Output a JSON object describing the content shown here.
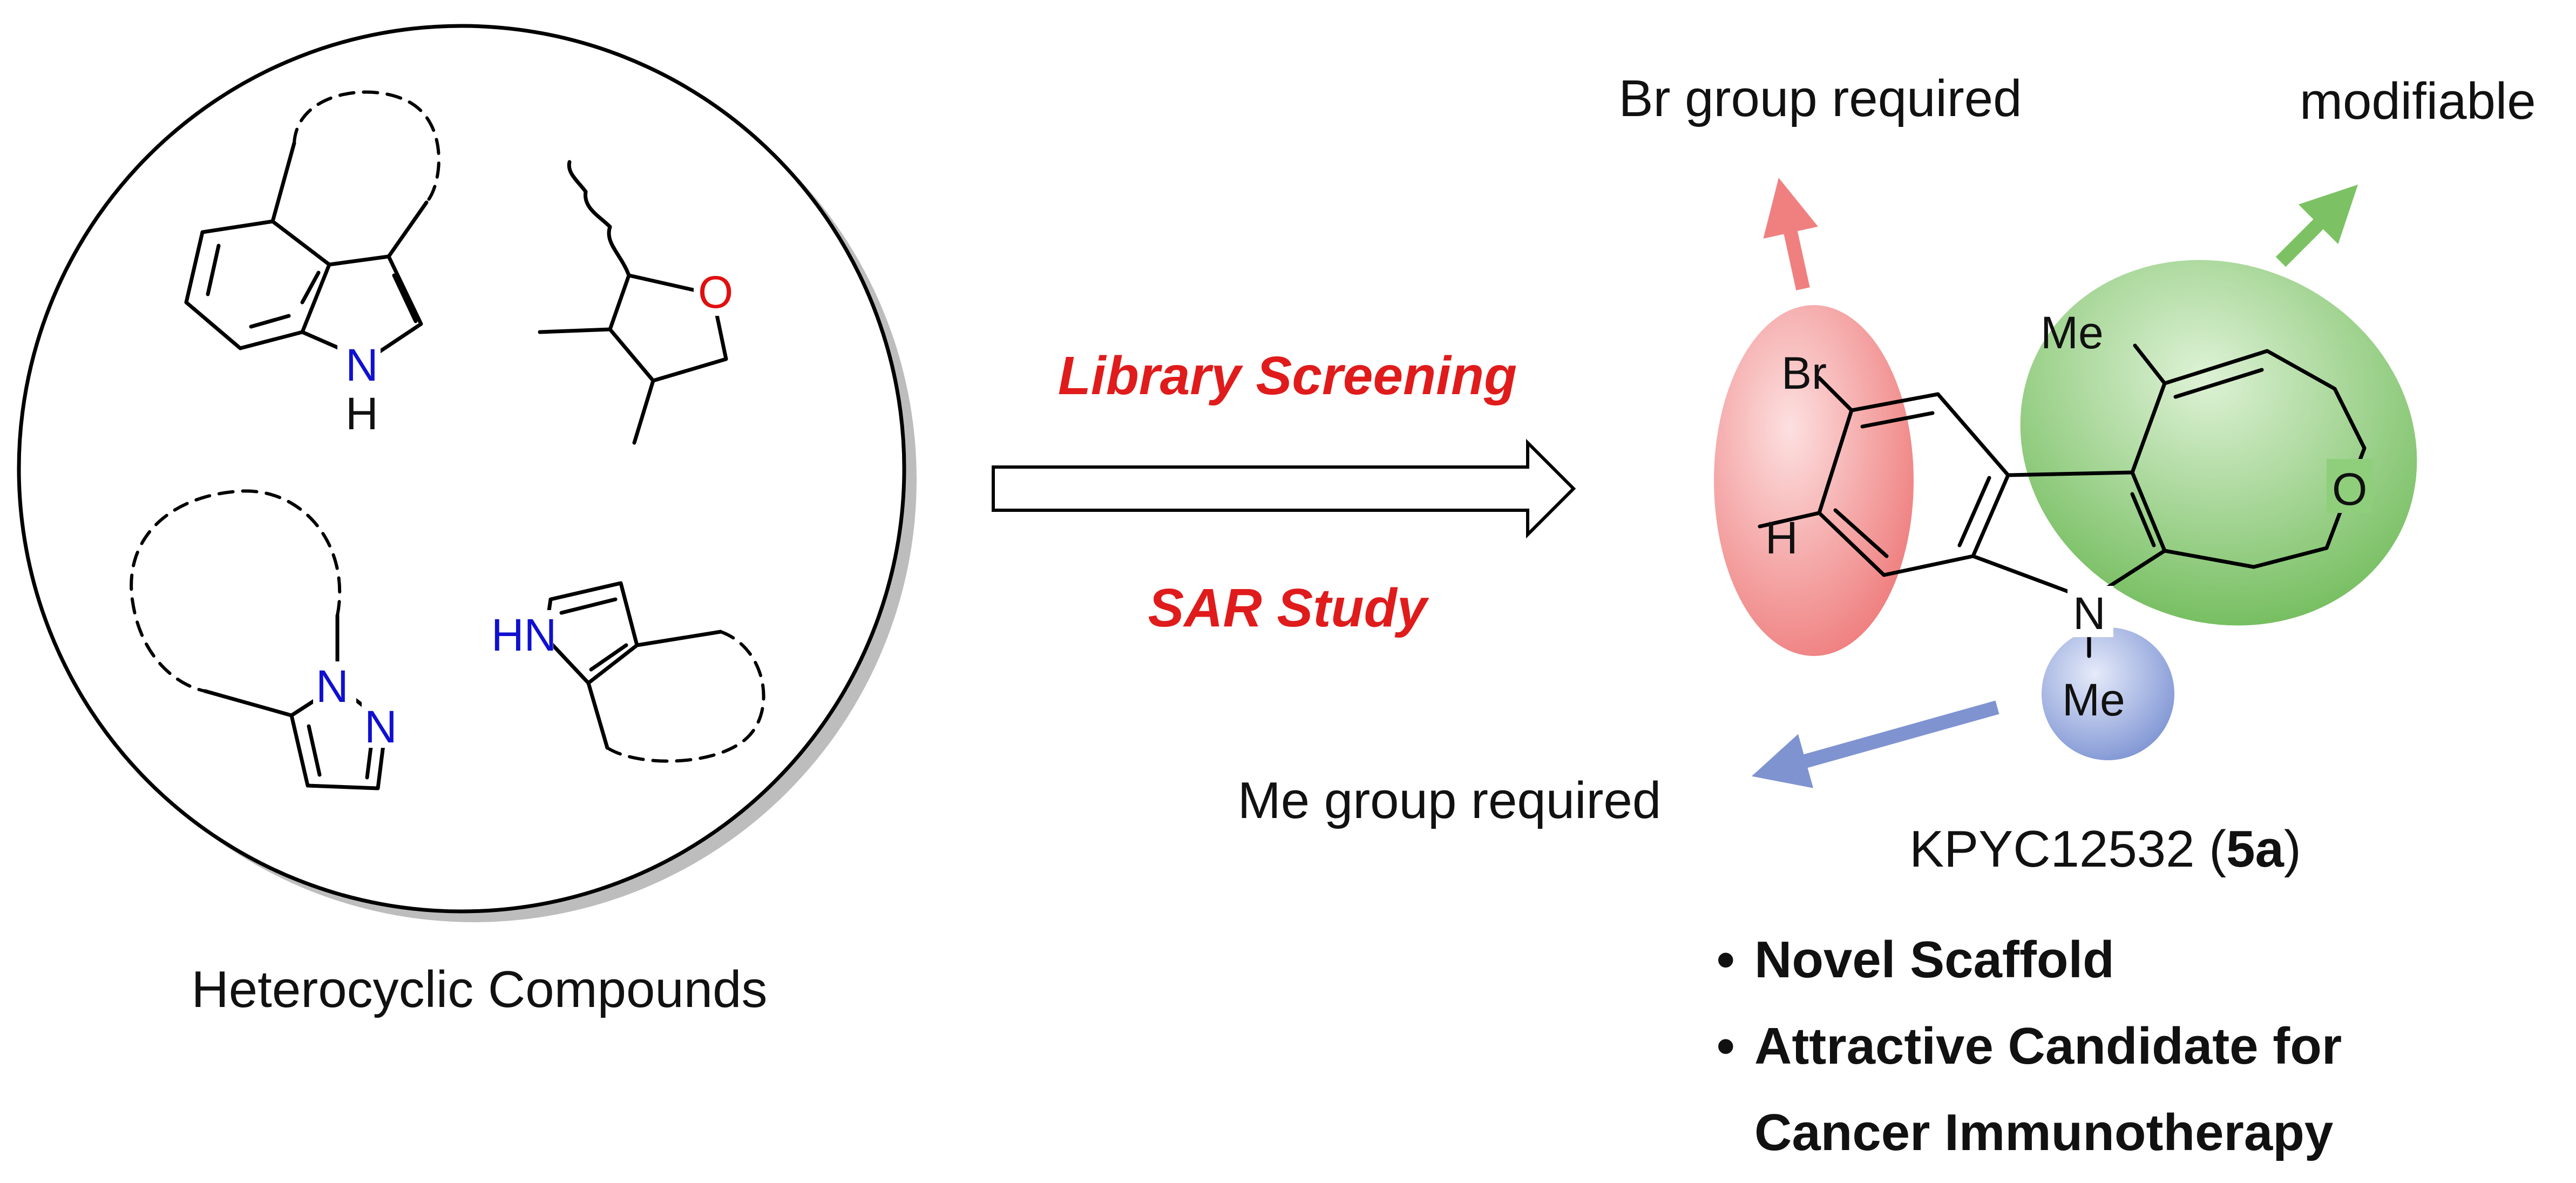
{
  "left_caption": "Heterocyclic Compounds",
  "process": {
    "top_label": "Library Screening",
    "bottom_label": "SAR Study",
    "label_color": "#e01b1b"
  },
  "annotations": {
    "br_required": "Br group required",
    "modifiable": "modifiable",
    "me_required": "Me group required"
  },
  "compound": {
    "name": "KPYC12532 (",
    "number": "5a",
    "close": ")"
  },
  "bullets": {
    "marker": "•",
    "novel": "Novel Scaffold",
    "candidate_line1": "Attractive Candidate for",
    "candidate_line2": "Cancer Immunotherapy"
  },
  "atoms": {
    "indole_N": "N",
    "indole_H": "H",
    "thf_O": "O",
    "pyrazole_N1": "N",
    "pyrazole_N2": "N",
    "pyrrole_HN": "HN",
    "Br": "Br",
    "H": "H",
    "Me_top": "Me",
    "O_ring": "O",
    "N_center": "N",
    "Me_N": "Me"
  },
  "colors": {
    "red_highlight": "#f28b8b",
    "green_highlight": "#86c673",
    "blue_highlight": "#8fa3d9",
    "arrow_red": "#f08080",
    "arrow_green": "#7cc264",
    "arrow_blue": "#7f93d0",
    "heteroatom_blue": "#1010d0",
    "heteroatom_red": "#e01010"
  }
}
